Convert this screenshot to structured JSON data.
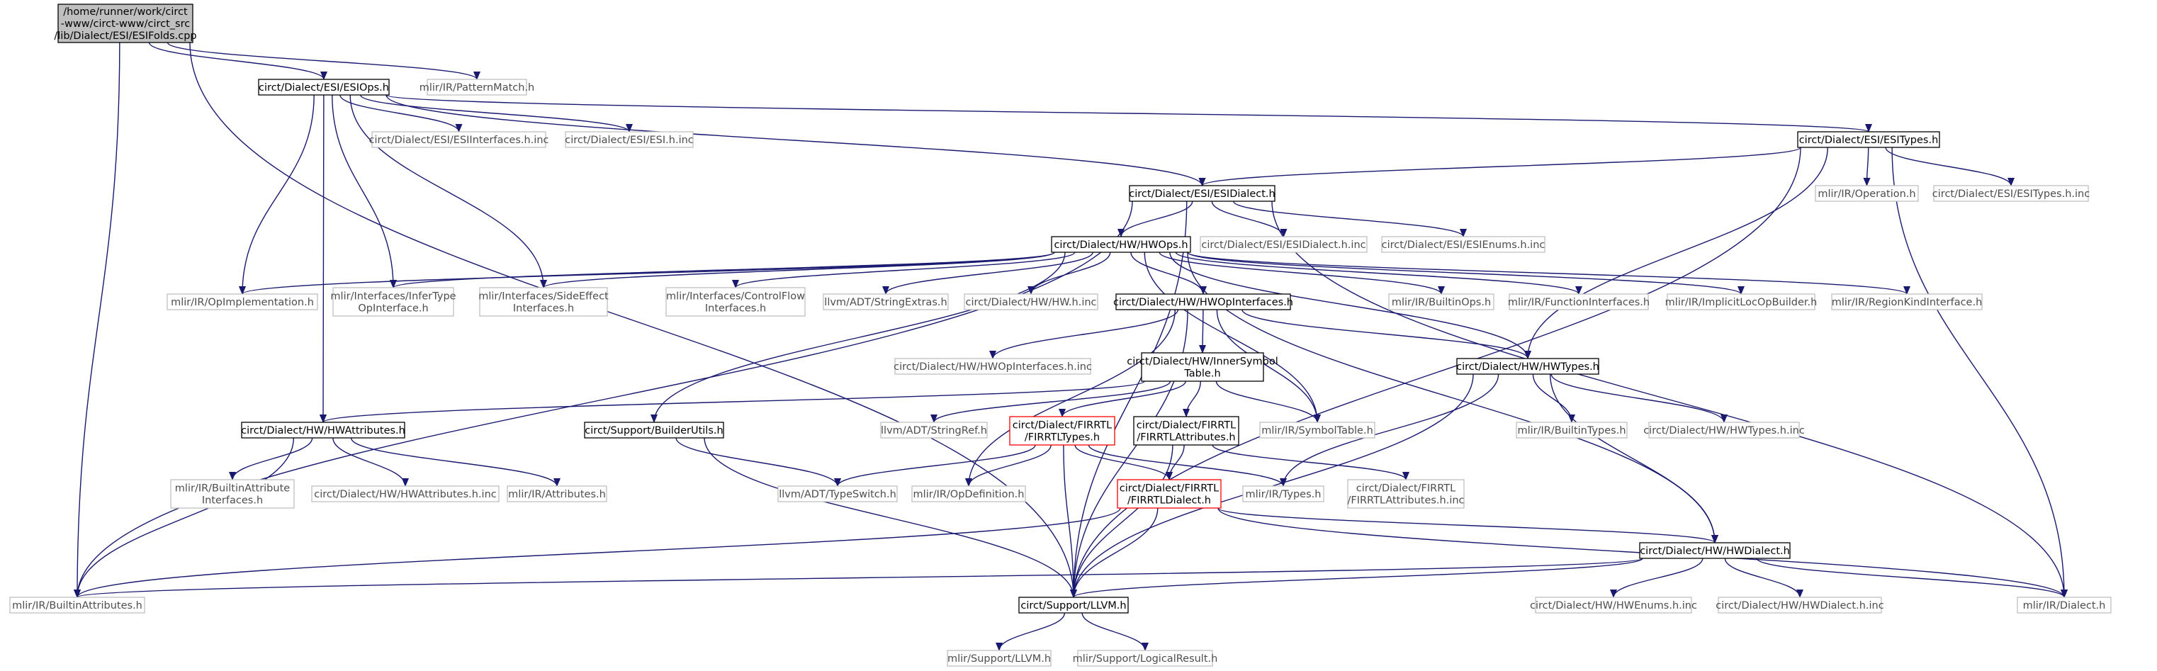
{
  "nodes": {
    "esifolds": {
      "label": [
        "/home/runner/work/circt",
        "-www/circt-www/circt_src",
        "/lib/Dialect/ESI/ESIFolds.cpp"
      ],
      "kind": "root"
    },
    "esiops": {
      "label": [
        "circt/Dialect/ESI/ESIOps.h"
      ],
      "kind": "documented"
    },
    "patternmatch": {
      "label": [
        "mlir/IR/PatternMatch.h"
      ],
      "kind": "ghost"
    },
    "esiinterfaces_inc": {
      "label": [
        "circt/Dialect/ESI/ESIInterfaces.h.inc"
      ],
      "kind": "ghost"
    },
    "esi_h_inc": {
      "label": [
        "circt/Dialect/ESI/ESI.h.inc"
      ],
      "kind": "ghost"
    },
    "esitypes": {
      "label": [
        "circt/Dialect/ESI/ESITypes.h"
      ],
      "kind": "documented"
    },
    "esidialect": {
      "label": [
        "circt/Dialect/ESI/ESIDialect.h"
      ],
      "kind": "documented"
    },
    "mlir_operation": {
      "label": [
        "mlir/IR/Operation.h"
      ],
      "kind": "ghost"
    },
    "esitypes_inc": {
      "label": [
        "circt/Dialect/ESI/ESITypes.h.inc"
      ],
      "kind": "ghost"
    },
    "esidialect_inc": {
      "label": [
        "circt/Dialect/ESI/ESIDialect.h.inc"
      ],
      "kind": "ghost"
    },
    "esienums_inc": {
      "label": [
        "circt/Dialect/ESI/ESIEnums.h.inc"
      ],
      "kind": "ghost"
    },
    "hwops": {
      "label": [
        "circt/Dialect/HW/HWOps.h"
      ],
      "kind": "documented"
    },
    "opimpl": {
      "label": [
        "mlir/IR/OpImplementation.h"
      ],
      "kind": "ghost"
    },
    "infertype": {
      "label": [
        "mlir/Interfaces/InferType",
        "OpInterface.h"
      ],
      "kind": "ghost"
    },
    "sideeffect": {
      "label": [
        "mlir/Interfaces/SideEffect",
        "Interfaces.h"
      ],
      "kind": "ghost"
    },
    "controlflow": {
      "label": [
        "mlir/Interfaces/ControlFlow",
        "Interfaces.h"
      ],
      "kind": "ghost"
    },
    "stringextras": {
      "label": [
        "llvm/ADT/StringExtras.h"
      ],
      "kind": "ghost"
    },
    "hw_h_inc": {
      "label": [
        "circt/Dialect/HW/HW.h.inc"
      ],
      "kind": "ghost"
    },
    "hwopinterfaces": {
      "label": [
        "circt/Dialect/HW/HWOpInterfaces.h"
      ],
      "kind": "documented"
    },
    "builtinops": {
      "label": [
        "mlir/IR/BuiltinOps.h"
      ],
      "kind": "ghost"
    },
    "funcinterfaces": {
      "label": [
        "mlir/IR/FunctionInterfaces.h"
      ],
      "kind": "ghost"
    },
    "implicitloc": {
      "label": [
        "mlir/IR/ImplicitLocOpBuilder.h"
      ],
      "kind": "ghost"
    },
    "regionkind": {
      "label": [
        "mlir/IR/RegionKindInterface.h"
      ],
      "kind": "ghost"
    },
    "hwopinterfaces_inc": {
      "label": [
        "circt/Dialect/HW/HWOpInterfaces.h.inc"
      ],
      "kind": "ghost"
    },
    "innersymbol": {
      "label": [
        "circt/Dialect/HW/InnerSymbol",
        "Table.h"
      ],
      "kind": "documented"
    },
    "hwtypes": {
      "label": [
        "circt/Dialect/HW/HWTypes.h"
      ],
      "kind": "documented"
    },
    "hwattributes": {
      "label": [
        "circt/Dialect/HW/HWAttributes.h"
      ],
      "kind": "documented"
    },
    "builderutils": {
      "label": [
        "circt/Support/BuilderUtils.h"
      ],
      "kind": "documented"
    },
    "stringref": {
      "label": [
        "llvm/ADT/StringRef.h"
      ],
      "kind": "ghost"
    },
    "firrtltypes": {
      "label": [
        "circt/Dialect/FIRRTL",
        "/FIRRTLTypes.h"
      ],
      "kind": "truncated"
    },
    "firrtlattributes": {
      "label": [
        "circt/Dialect/FIRRTL",
        "/FIRRTLAttributes.h"
      ],
      "kind": "documented"
    },
    "symboltable": {
      "label": [
        "mlir/IR/SymbolTable.h"
      ],
      "kind": "ghost"
    },
    "builtintypes": {
      "label": [
        "mlir/IR/BuiltinTypes.h"
      ],
      "kind": "ghost"
    },
    "hwtypes_inc": {
      "label": [
        "circt/Dialect/HW/HWTypes.h.inc"
      ],
      "kind": "ghost"
    },
    "builtinattr_ifaces": {
      "label": [
        "mlir/IR/BuiltinAttribute",
        "Interfaces.h"
      ],
      "kind": "ghost"
    },
    "hwattributes_inc": {
      "label": [
        "circt/Dialect/HW/HWAttributes.h.inc"
      ],
      "kind": "ghost"
    },
    "mlir_attributes": {
      "label": [
        "mlir/IR/Attributes.h"
      ],
      "kind": "ghost"
    },
    "typeswitch": {
      "label": [
        "llvm/ADT/TypeSwitch.h"
      ],
      "kind": "ghost"
    },
    "opdefinition": {
      "label": [
        "mlir/IR/OpDefinition.h"
      ],
      "kind": "ghost"
    },
    "firrtldialect": {
      "label": [
        "circt/Dialect/FIRRTL",
        "/FIRRTLDialect.h"
      ],
      "kind": "truncated"
    },
    "mlir_types": {
      "label": [
        "mlir/IR/Types.h"
      ],
      "kind": "ghost"
    },
    "firrtlattributes_inc": {
      "label": [
        "circt/Dialect/FIRRTL",
        "/FIRRTLAttributes.h.inc"
      ],
      "kind": "ghost"
    },
    "hwdialect": {
      "label": [
        "circt/Dialect/HW/HWDialect.h"
      ],
      "kind": "documented"
    },
    "builtinattributes": {
      "label": [
        "mlir/IR/BuiltinAttributes.h"
      ],
      "kind": "ghost"
    },
    "support_llvm": {
      "label": [
        "circt/Support/LLVM.h"
      ],
      "kind": "documented"
    },
    "hwenums_inc": {
      "label": [
        "circt/Dialect/HW/HWEnums.h.inc"
      ],
      "kind": "ghost"
    },
    "hwdialect_inc": {
      "label": [
        "circt/Dialect/HW/HWDialect.h.inc"
      ],
      "kind": "ghost"
    },
    "mlir_dialect": {
      "label": [
        "mlir/IR/Dialect.h"
      ],
      "kind": "ghost"
    },
    "mlir_support_llvm": {
      "label": [
        "mlir/Support/LLVM.h"
      ],
      "kind": "ghost"
    },
    "logicalresult": {
      "label": [
        "mlir/Support/LogicalResult.h"
      ],
      "kind": "ghost"
    }
  },
  "edges": [
    [
      "esifolds",
      "esiops"
    ],
    [
      "esifolds",
      "patternmatch"
    ],
    [
      "esifolds",
      "builtinattributes"
    ],
    [
      "esifolds",
      "support_llvm"
    ],
    [
      "esiops",
      "esiinterfaces_inc"
    ],
    [
      "esiops",
      "esi_h_inc"
    ],
    [
      "esiops",
      "esitypes"
    ],
    [
      "esiops",
      "esidialect"
    ],
    [
      "esiops",
      "opimpl"
    ],
    [
      "esiops",
      "infertype"
    ],
    [
      "esiops",
      "sideeffect"
    ],
    [
      "esiops",
      "hwattributes"
    ],
    [
      "esitypes",
      "esidialect"
    ],
    [
      "esitypes",
      "mlir_operation"
    ],
    [
      "esitypes",
      "esitypes_inc"
    ],
    [
      "esitypes",
      "hwtypes"
    ],
    [
      "esitypes",
      "support_llvm"
    ],
    [
      "esitypes",
      "mlir_dialect"
    ],
    [
      "esidialect",
      "hwops"
    ],
    [
      "esidialect",
      "esidialect_inc"
    ],
    [
      "esidialect",
      "esienums_inc"
    ],
    [
      "esidialect",
      "builtinattributes"
    ],
    [
      "esidialect",
      "support_llvm"
    ],
    [
      "esidialect",
      "mlir_dialect"
    ],
    [
      "hwops",
      "opimpl"
    ],
    [
      "hwops",
      "infertype"
    ],
    [
      "hwops",
      "sideeffect"
    ],
    [
      "hwops",
      "controlflow"
    ],
    [
      "hwops",
      "stringextras"
    ],
    [
      "hwops",
      "hw_h_inc"
    ],
    [
      "hwops",
      "hwopinterfaces"
    ],
    [
      "hwops",
      "builtinops"
    ],
    [
      "hwops",
      "funcinterfaces"
    ],
    [
      "hwops",
      "implicitloc"
    ],
    [
      "hwops",
      "regionkind"
    ],
    [
      "hwops",
      "builderutils"
    ],
    [
      "hwops",
      "symboltable"
    ],
    [
      "hwops",
      "hwtypes"
    ],
    [
      "hwops",
      "hwdialect"
    ],
    [
      "hwopinterfaces",
      "hwopinterfaces_inc"
    ],
    [
      "hwopinterfaces",
      "innersymbol"
    ],
    [
      "hwopinterfaces",
      "hwtypes"
    ],
    [
      "hwopinterfaces",
      "symboltable"
    ],
    [
      "hwopinterfaces",
      "opdefinition"
    ],
    [
      "hwopinterfaces",
      "support_llvm"
    ],
    [
      "innersymbol",
      "hwattributes"
    ],
    [
      "innersymbol",
      "stringref"
    ],
    [
      "innersymbol",
      "firrtltypes"
    ],
    [
      "innersymbol",
      "firrtlattributes"
    ],
    [
      "innersymbol",
      "symboltable"
    ],
    [
      "hwtypes",
      "builtintypes"
    ],
    [
      "hwtypes",
      "hwtypes_inc"
    ],
    [
      "hwtypes",
      "mlir_types"
    ],
    [
      "hwtypes",
      "hwdialect"
    ],
    [
      "hwtypes",
      "support_llvm"
    ],
    [
      "hwattributes",
      "builtinattr_ifaces"
    ],
    [
      "hwattributes",
      "hwattributes_inc"
    ],
    [
      "hwattributes",
      "mlir_attributes"
    ],
    [
      "hwattributes",
      "builtinattributes"
    ],
    [
      "builderutils",
      "typeswitch"
    ],
    [
      "builderutils",
      "support_llvm"
    ],
    [
      "firrtltypes",
      "typeswitch"
    ],
    [
      "firrtltypes",
      "opdefinition"
    ],
    [
      "firrtltypes",
      "firrtldialect"
    ],
    [
      "firrtltypes",
      "mlir_types"
    ],
    [
      "firrtltypes",
      "support_llvm"
    ],
    [
      "firrtlattributes",
      "firrtldialect"
    ],
    [
      "firrtlattributes",
      "firrtlattributes_inc"
    ],
    [
      "firrtlattributes",
      "support_llvm"
    ],
    [
      "firrtldialect",
      "hwdialect"
    ],
    [
      "firrtldialect",
      "builtinattributes"
    ],
    [
      "firrtldialect",
      "support_llvm"
    ],
    [
      "firrtldialect",
      "mlir_dialect"
    ],
    [
      "hwdialect",
      "builtinattributes"
    ],
    [
      "hwdialect",
      "support_llvm"
    ],
    [
      "hwdialect",
      "hwenums_inc"
    ],
    [
      "hwdialect",
      "hwdialect_inc"
    ],
    [
      "hwdialect",
      "mlir_dialect"
    ],
    [
      "support_llvm",
      "mlir_support_llvm"
    ],
    [
      "support_llvm",
      "logicalresult"
    ]
  ],
  "colors": {
    "edge": "#191970",
    "documented_border": "#000000",
    "ghost_border": "#bfbfbf",
    "truncated_border": "#ff0000",
    "root_fill": "#bfbfbf",
    "fill": "#ffffff"
  }
}
